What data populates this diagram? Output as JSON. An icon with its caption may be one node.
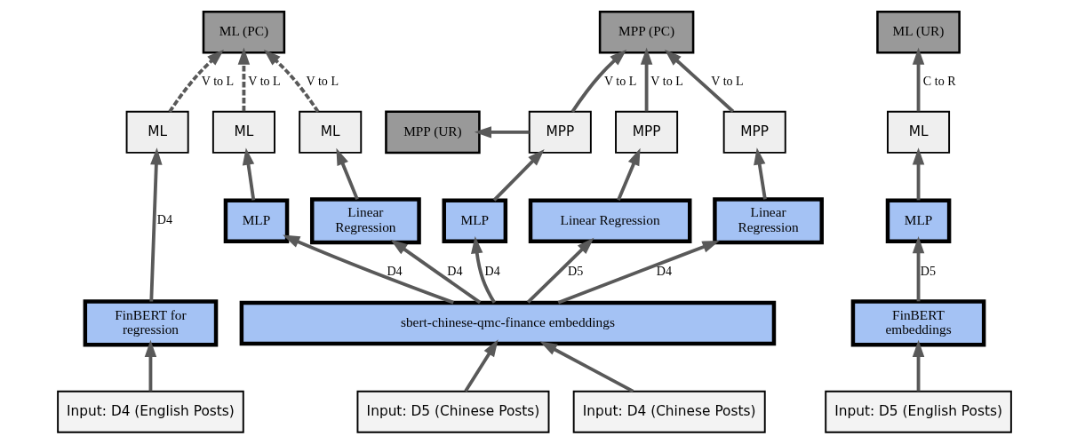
{
  "diagram": {
    "nodes": [
      {
        "text": [
          "MPP (PC)"
        ]
      },
      {
        "text": [
          "ML (PC)"
        ]
      },
      {
        "text": [
          "ML (UR)"
        ]
      },
      {
        "text": [
          "MPP"
        ]
      },
      {
        "text": [
          "ML"
        ]
      },
      {
        "text": [
          "MPP"
        ]
      },
      {
        "text": [
          "MPP (UR)"
        ]
      },
      {
        "text": [
          "ML"
        ]
      },
      {
        "text": [
          "MPP"
        ]
      },
      {
        "text": [
          "ML"
        ]
      },
      {
        "text": [
          "ML"
        ]
      },
      {
        "text": [
          "Linear Regression"
        ]
      },
      {
        "text": [
          "Linear Regression"
        ]
      },
      {
        "text": [
          "MLP"
        ]
      },
      {
        "text": [
          "MLP"
        ]
      },
      {
        "text": [
          "Linear Regression"
        ]
      },
      {
        "text": [
          "MLP"
        ]
      },
      {
        "text": [
          "sbert-chinese-qmc-finance embeddings"
        ]
      },
      {
        "text": [
          "FinBERT for regression"
        ]
      },
      {
        "text": [
          "FinBERT embeddings"
        ]
      },
      {
        "text": [
          "Input: D4 (Chinese Posts)"
        ]
      },
      {
        "text": [
          "Input: D5 (Chinese Posts)"
        ]
      },
      {
        "text": [
          "Input: D4 (English Posts)"
        ]
      },
      {
        "text": [
          "Input: D5 (English Posts)"
        ]
      }
    ],
    "edges": [
      {
        "from": 20,
        "to": 17,
        "arrow": "to"
      },
      {
        "from": 21,
        "to": 17,
        "arrow": "to"
      },
      {
        "from": 22,
        "to": 18,
        "arrow": "to"
      },
      {
        "from": 23,
        "to": 19,
        "arrow": "to"
      },
      {
        "from": 17,
        "to": 11,
        "arrow": "to",
        "label": "D4"
      },
      {
        "from": 17,
        "to": 12,
        "arrow": "to",
        "label": "D4"
      },
      {
        "from": 17,
        "to": 13,
        "arrow": "to",
        "label": "D4"
      },
      {
        "from": 17,
        "to": 14,
        "arrow": "to",
        "label": "D4"
      },
      {
        "from": 17,
        "to": 15,
        "arrow": "to",
        "label": "D5"
      },
      {
        "from": 18,
        "to": 9,
        "arrow": "to",
        "label": "D4"
      },
      {
        "from": 19,
        "to": 16,
        "arrow": "to",
        "label": "D5"
      },
      {
        "from": 11,
        "to": 3,
        "arrow": "to"
      },
      {
        "from": 12,
        "to": 4,
        "arrow": "to"
      },
      {
        "from": 13,
        "to": 5,
        "arrow": "to"
      },
      {
        "from": 14,
        "to": 7,
        "arrow": "to"
      },
      {
        "from": 15,
        "to": 8,
        "arrow": "to"
      },
      {
        "from": 16,
        "to": 10,
        "arrow": "to"
      },
      {
        "from": 3,
        "to": 0,
        "arrow": "to",
        "label": "V to L"
      },
      {
        "from": 5,
        "to": 0,
        "arrow": "to",
        "label": "V to L"
      },
      {
        "from": 8,
        "to": 0,
        "arrow": "to",
        "label": "V to L"
      },
      {
        "from": 4,
        "to": 1,
        "arrow": "to",
        "label": "V to L",
        "style": "dashed"
      },
      {
        "from": 7,
        "to": 1,
        "arrow": "to",
        "label": "V to L",
        "style": "dashed"
      },
      {
        "from": 9,
        "to": 1,
        "arrow": "to",
        "label": "V to L",
        "style": "dashed"
      },
      {
        "from": 5,
        "to": 6,
        "arrow": "to"
      },
      {
        "from": 10,
        "to": 2,
        "arrow": "to",
        "label": "C to R"
      }
    ]
  }
}
